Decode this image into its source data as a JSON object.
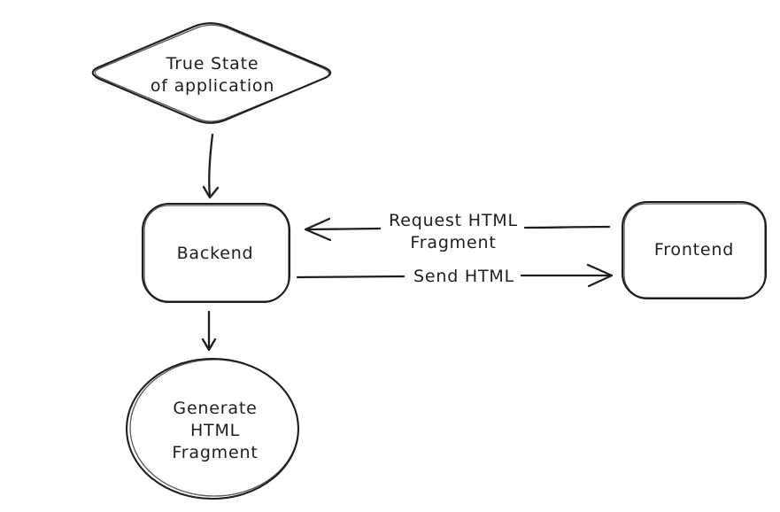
{
  "diagram": {
    "background_color": "#ffffff",
    "stroke_color": "#1e1e1e",
    "nodes": {
      "true_state": {
        "shape": "diamond",
        "lines": [
          "True State",
          "of application"
        ]
      },
      "backend": {
        "shape": "rounded-rectangle",
        "label": "Backend"
      },
      "frontend": {
        "shape": "rounded-rectangle",
        "label": "Frontend"
      },
      "generate_html_fragment": {
        "shape": "ellipse",
        "lines": [
          "Generate",
          "HTML",
          "Fragment"
        ]
      }
    },
    "edges": {
      "state_to_backend": {
        "from": "true_state",
        "to": "backend",
        "direction": "down"
      },
      "request_html": {
        "from": "frontend",
        "to": "backend",
        "direction": "left",
        "lines": [
          "Request HTML",
          "Fragment"
        ]
      },
      "send_html": {
        "from": "backend",
        "to": "frontend",
        "direction": "right",
        "label": "Send HTML"
      },
      "backend_to_generate": {
        "from": "backend",
        "to": "generate_html_fragment",
        "direction": "down"
      }
    }
  }
}
